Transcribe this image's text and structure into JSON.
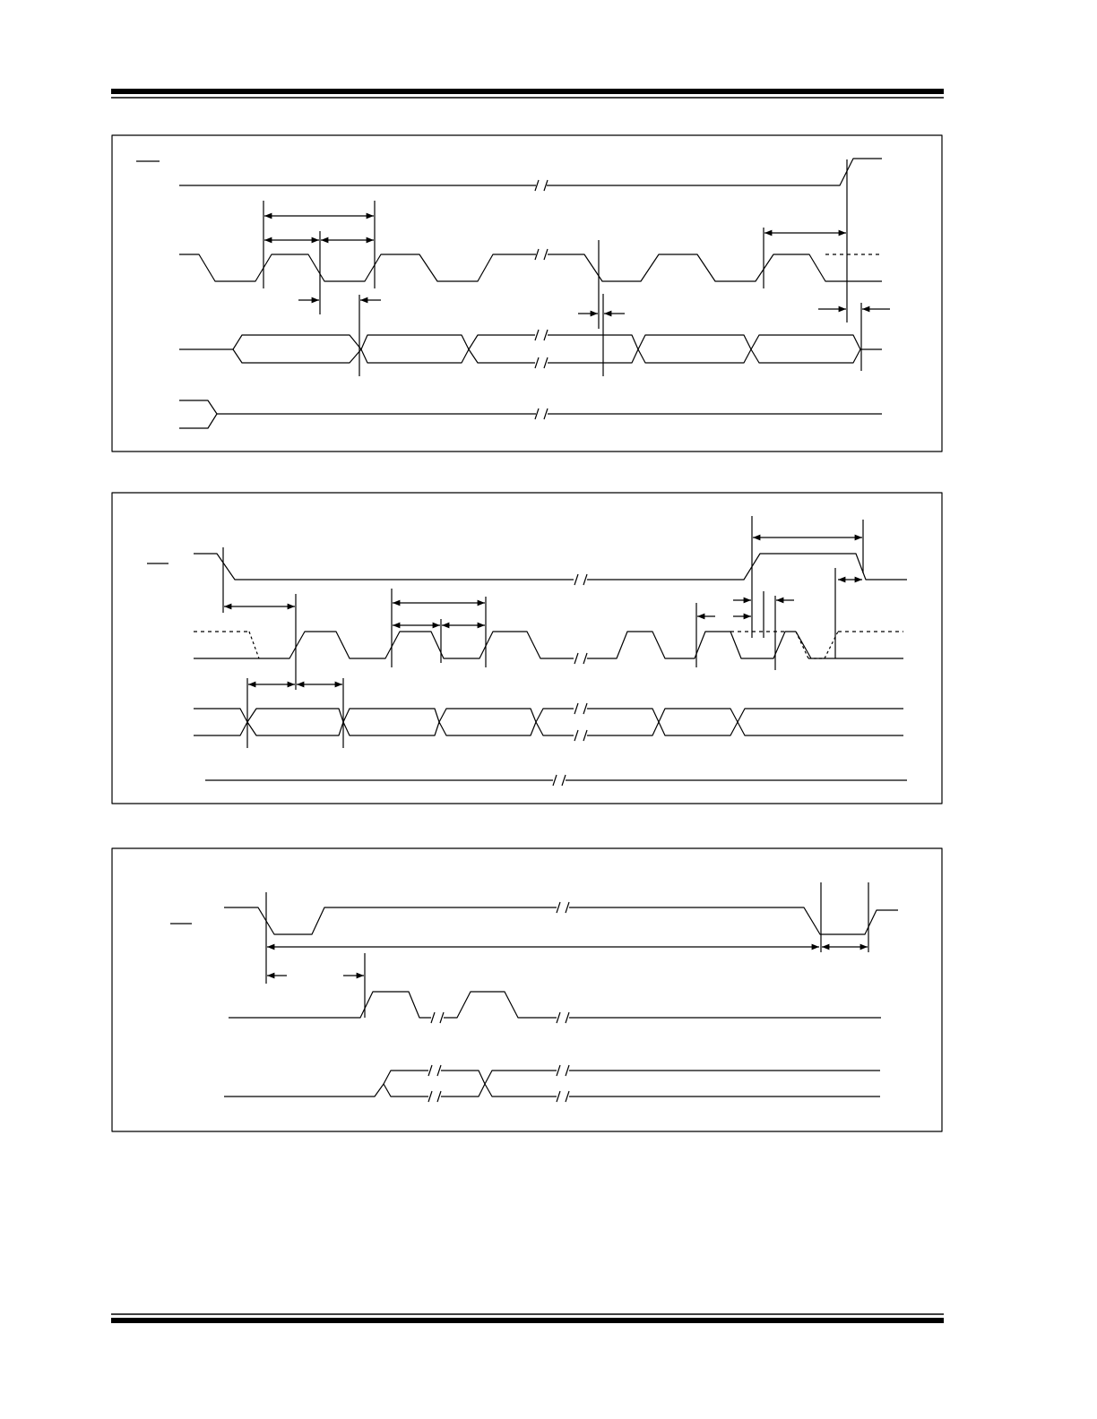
{
  "page": {
    "header_rule": true,
    "footer_rule": true
  },
  "figures": [
    {
      "id": "figure-1",
      "caption": "",
      "signals": []
    },
    {
      "id": "figure-2",
      "caption": "",
      "signals": []
    },
    {
      "id": "figure-3",
      "caption": "",
      "signals": []
    }
  ],
  "colors": {
    "stroke": "#000000",
    "background": "#ffffff"
  }
}
